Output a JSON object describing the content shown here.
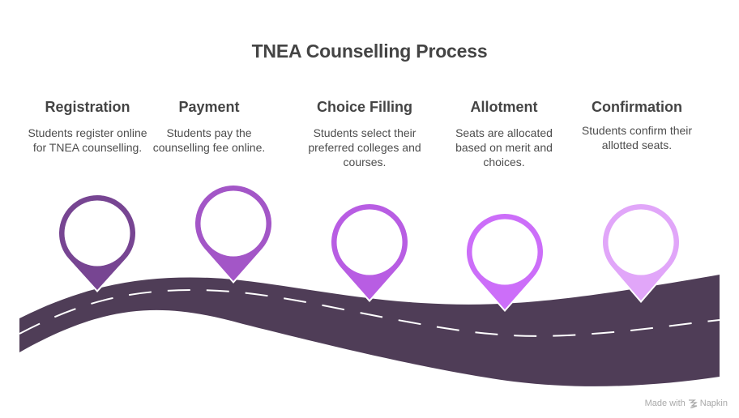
{
  "title": "TNEA Counselling Process",
  "steps": [
    {
      "title": "Registration",
      "description": "Students register online for TNEA counselling.",
      "color": "#774592"
    },
    {
      "title": "Payment",
      "description": "Students pay the counselling fee online.",
      "color": "#A356C7"
    },
    {
      "title": "Choice Filling",
      "description": "Students select their preferred colleges and courses.",
      "color": "#B85DE3"
    },
    {
      "title": "Allotment",
      "description": "Seats are allocated based on merit and choices.",
      "color": "#CC6EF9"
    },
    {
      "title": "Confirmation",
      "description": "Students confirm their allotted seats.",
      "color": "#E1A6F9"
    }
  ],
  "road_color": "#4F3D57",
  "footer": {
    "made_with": "Made with",
    "brand": "Napkin",
    "icon": "napkin-logo-icon"
  }
}
